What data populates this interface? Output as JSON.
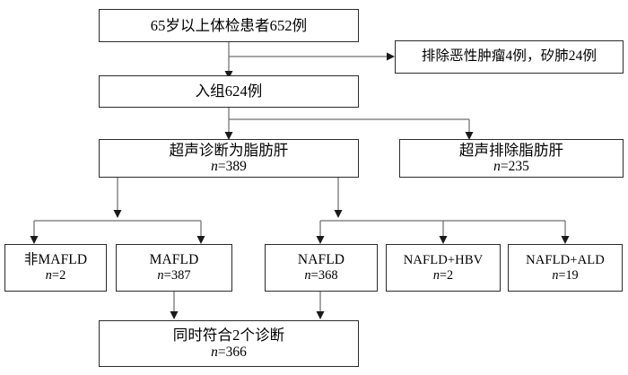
{
  "diagram": {
    "title": "Study enrollment and fatty liver diagnosis flowchart",
    "type": "flowchart",
    "background_color": "#ffffff",
    "box_border_color": "#2b2b2b",
    "connector_color": "#6f6f6f",
    "arrowhead_color": "#1a1a1a"
  },
  "nodes": {
    "screened": {
      "line1": "65岁以上体检患者652例",
      "line2": ""
    },
    "excluded": {
      "line1": "排除恶性肿瘤4例，矽肺24例",
      "line2": ""
    },
    "enrolled": {
      "line1": "入组624例",
      "line2": ""
    },
    "us_fatty_liver": {
      "line1": "超声诊断为脂肪肝",
      "n_symbol": "n",
      "n_value": "=389"
    },
    "us_no_fatty_liver": {
      "line1": "超声排除脂肪肝",
      "n_symbol": "n",
      "n_value": "=235"
    },
    "non_mafld": {
      "line1": "非MAFLD",
      "n_symbol": "n",
      "n_value": "=2"
    },
    "mafld": {
      "line1": "MAFLD",
      "n_symbol": "n",
      "n_value": "=387"
    },
    "nafld": {
      "line1": "NAFLD",
      "n_symbol": "n",
      "n_value": "=368"
    },
    "nafld_hbv": {
      "line1": "NAFLD+HBV",
      "n_symbol": "n",
      "n_value": "=2"
    },
    "nafld_ald": {
      "line1": "NAFLD+ALD",
      "n_symbol": "n",
      "n_value": "=19"
    },
    "both_diagnoses": {
      "line1": "同时符合2个诊断",
      "n_symbol": "n",
      "n_value": "=366"
    }
  }
}
